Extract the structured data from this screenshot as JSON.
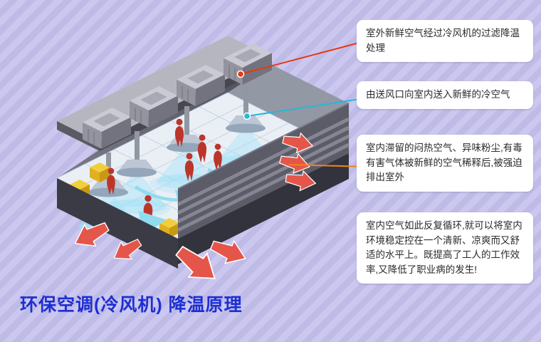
{
  "title": {
    "text": "环保空调(冷风机) 降温原理",
    "color": "#1d2fd3"
  },
  "callouts": [
    {
      "text": "室外新鲜空气经过冷风机的过滤降温处理",
      "accent": "#e8380d",
      "points_to": "rooftop-cooling-unit"
    },
    {
      "text": "由送风口向室内送入新鲜的冷空气",
      "accent": "#29b6d8",
      "points_to": "supply-air-duct"
    },
    {
      "text": "室内滞留的闷热空气、异味粉尘,有毒有害气体被新鲜的空气稀释后,被强迫排出室外",
      "accent": "#f0851a",
      "points_to": "exhaust-louver-wall"
    },
    {
      "text": "室内空气如此反复循环,就可以将室内环境稳定控在一个清新、凉爽而又舒适的水平上。既提高了工人的工作效率,又降低了职业病的发生!",
      "accent": null,
      "points_to": null
    }
  ],
  "scene": {
    "type": "isometric-cutaway-factory",
    "elements": [
      "rooftop-cooling-units",
      "supply-air-ducts",
      "air-diffusers",
      "worker-figures",
      "machines",
      "exhaust-louver-wall",
      "exhaust-arrows",
      "cool-air-arrows"
    ],
    "colors": {
      "cool_air": "#8fdcf0",
      "exhaust_arrow": "#e4564a",
      "roof": "#b6b6c0",
      "wall": "#5c5c68",
      "floor": "#e9eff5",
      "background": "#c9c5ee"
    }
  }
}
